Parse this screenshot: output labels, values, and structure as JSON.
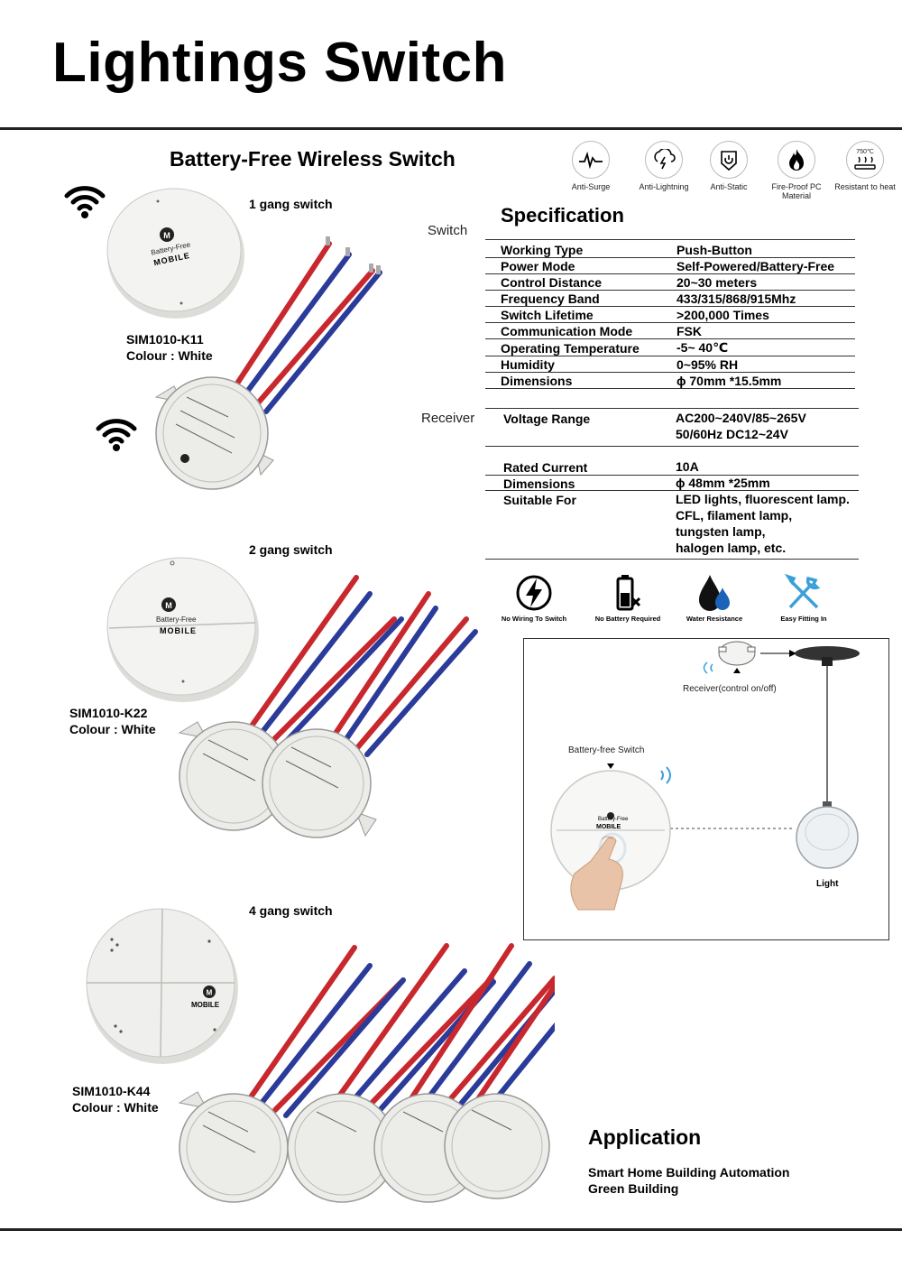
{
  "page": {
    "title": "Lightings Switch",
    "subtitle": "Battery-Free Wireless Switch"
  },
  "features_top": [
    {
      "icon": "surge-icon",
      "label": "Anti-Surge"
    },
    {
      "icon": "lightning-icon",
      "label": "Anti-Lightning"
    },
    {
      "icon": "power-icon",
      "label": "Anti-Static"
    },
    {
      "icon": "flame-icon",
      "label": "Fire-Proof PC Material"
    },
    {
      "icon": "heat-icon",
      "label": "Resistant to heat",
      "badge": "750℃"
    }
  ],
  "products": [
    {
      "gang": "1 gang switch",
      "model": "SIM1010-K11",
      "colour": "Colour : White"
    },
    {
      "gang": "2 gang switch",
      "model": "SIM1010-K22",
      "colour": "Colour : White"
    },
    {
      "gang": "4 gang switch",
      "model": "SIM1010-K44",
      "colour": "Colour : White"
    }
  ],
  "switch_print": {
    "line1": "Battery-Free",
    "brand": "MOBILE"
  },
  "specification": {
    "title": "Specification",
    "switch_label": "Switch",
    "receiver_label": "Receiver",
    "switch_rows": [
      {
        "key": "Working Type",
        "value": "Push-Button"
      },
      {
        "key": "Power Mode",
        "value": "Self-Powered/Battery-Free"
      },
      {
        "key": "Control Distance",
        "value": "20~30 meters"
      },
      {
        "key": "Frequency Band",
        "value": "433/315/868/915Mhz"
      },
      {
        "key": "Switch Lifetime",
        "value": ">200,000 Times"
      },
      {
        "key": "Communication Mode",
        "value": "FSK"
      },
      {
        "key": "Operating Temperature",
        "value": "-5~ 40℃"
      },
      {
        "key": "Humidity",
        "value": "0~95% RH"
      },
      {
        "key": "Dimensions",
        "value": "ϕ 70mm *15.5mm"
      }
    ],
    "receiver_rows": {
      "voltage_key": "Voltage Range",
      "voltage_value_1": "AC200~240V/85~265V",
      "voltage_value_2": "50/60Hz  DC12~24V",
      "current_key": "Rated Current",
      "current_value": "10A",
      "dim_key": "Dimensions",
      "dim_value": "ϕ 48mm *25mm",
      "suitable_key": "Suitable For",
      "suitable_values": [
        "LED lights, fluorescent lamp.",
        "CFL, filament lamp,",
        "tungsten lamp,",
        "halogen lamp, etc."
      ]
    }
  },
  "features_bottom": [
    {
      "icon": "no-wiring-icon",
      "label": "No Wiring To Switch"
    },
    {
      "icon": "no-battery-icon",
      "label": "No Battery Required"
    },
    {
      "icon": "water-drop-icon",
      "label": "Water Resistance"
    },
    {
      "icon": "tools-icon",
      "label": "Easy Fitting In"
    }
  ],
  "diagram": {
    "receiver_label": "Receiver(control on/off)",
    "switch_label": "Battery-free Switch",
    "light_label": "Light"
  },
  "application": {
    "title": "Application",
    "items": [
      "Smart Home Building Automation",
      "Green Building"
    ]
  },
  "colors": {
    "wire_red": "#c8282d",
    "wire_blue": "#2b3b9a",
    "device_body": "#ecece9"
  }
}
